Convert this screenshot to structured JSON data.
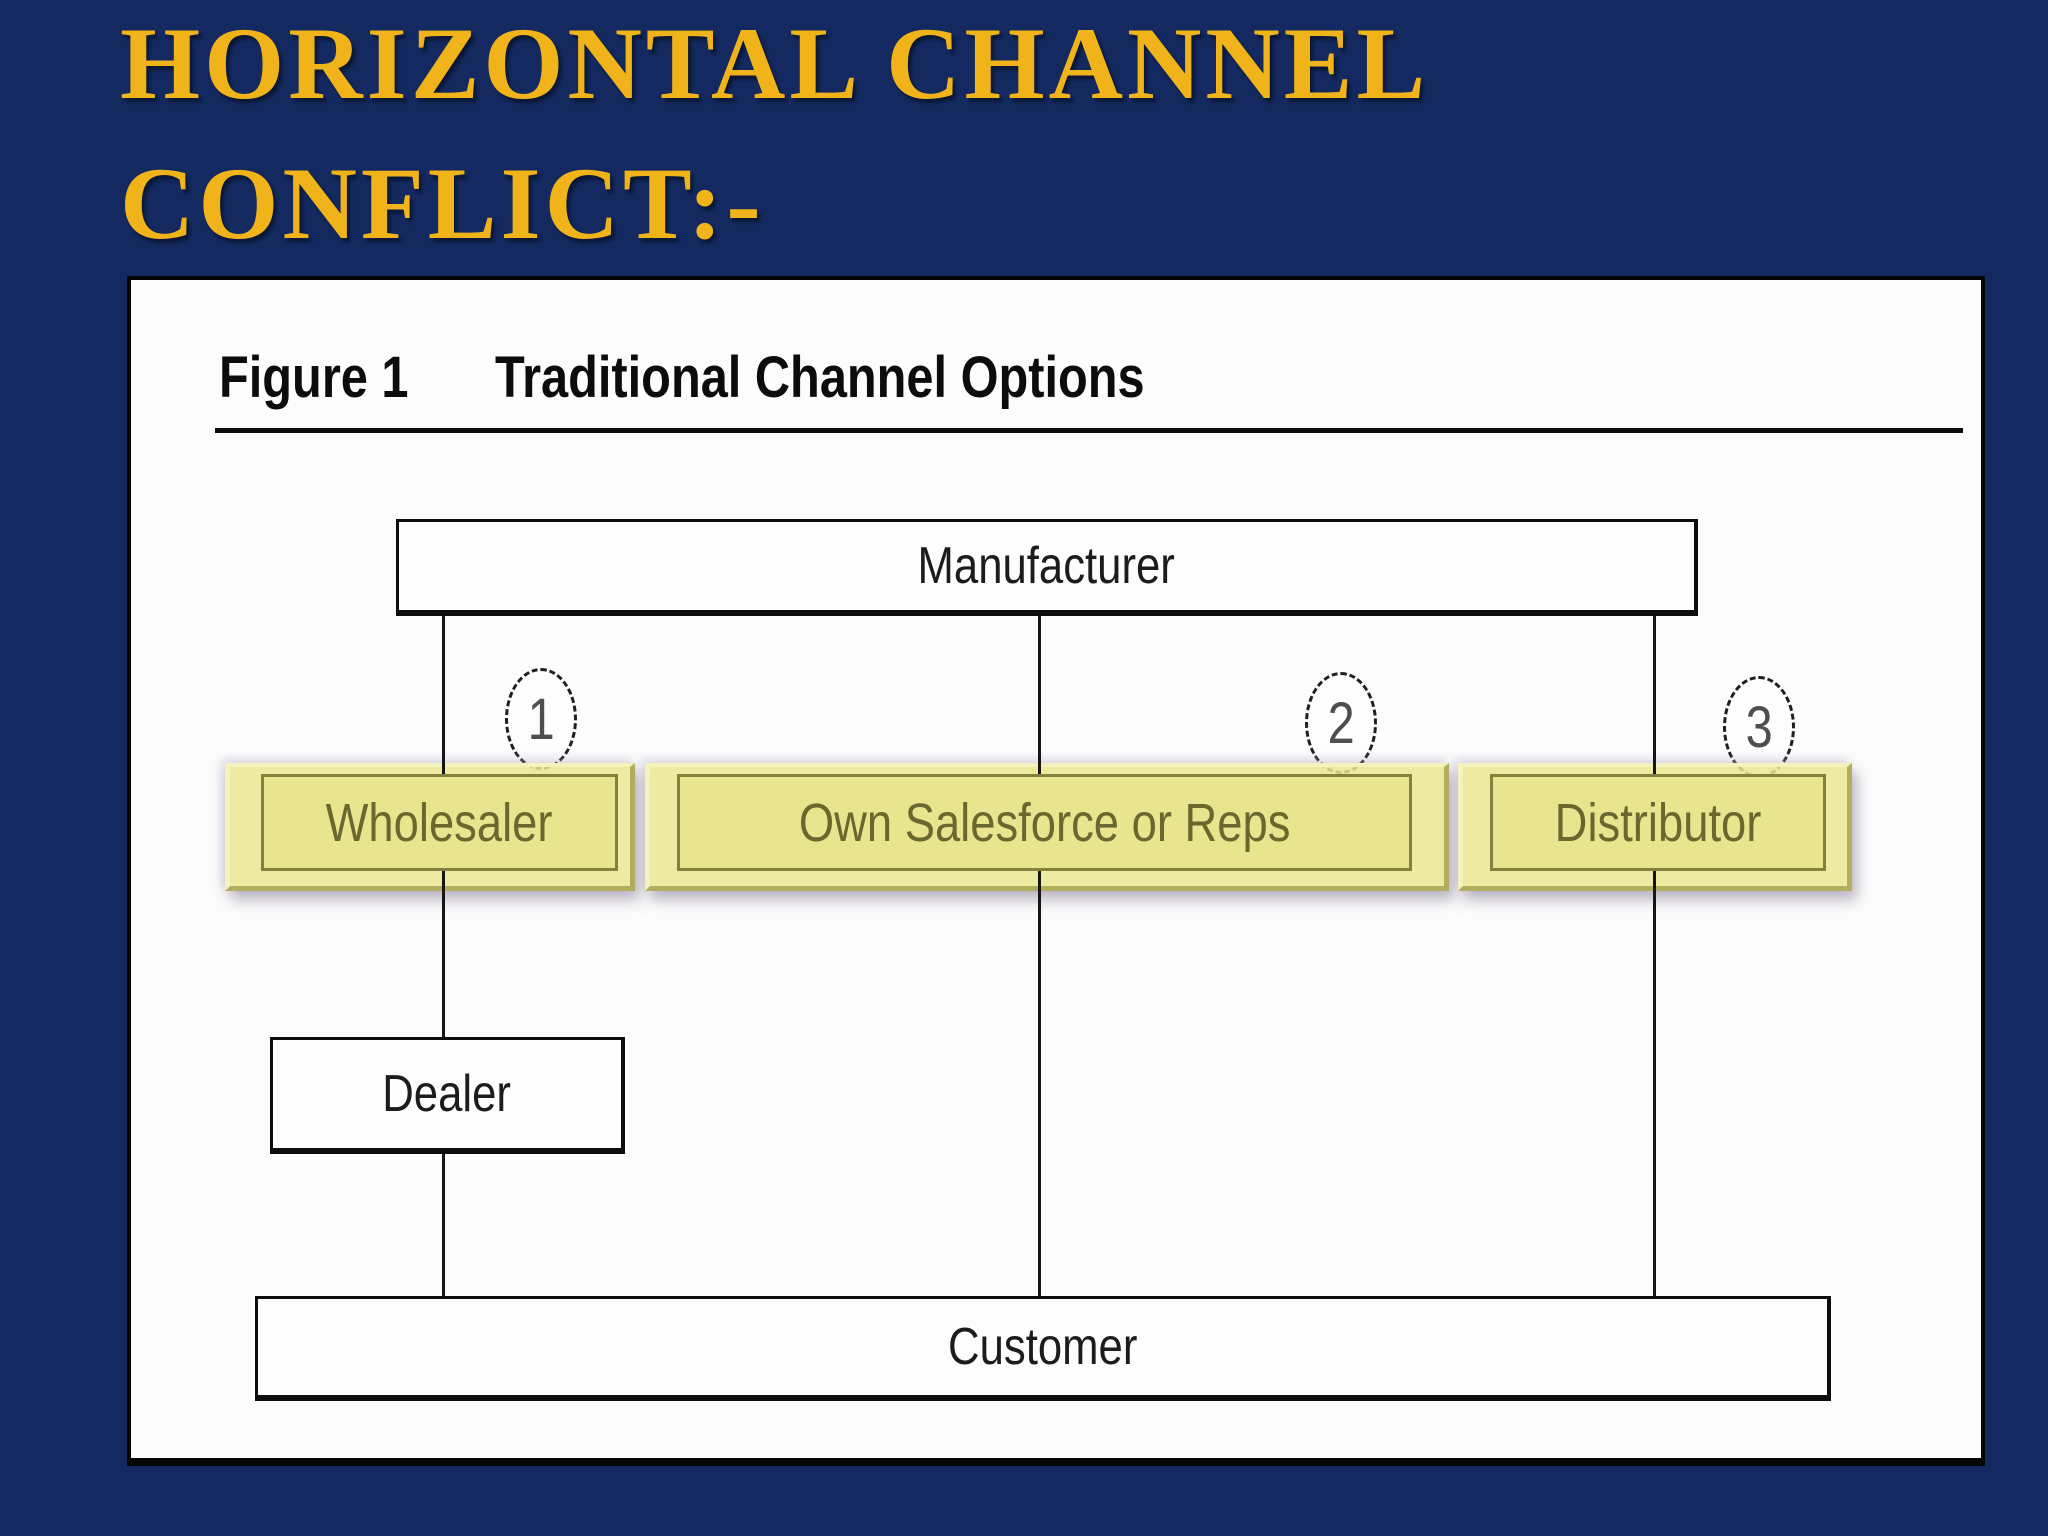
{
  "slide": {
    "title": {
      "line1": "HORIZONTAL CHANNEL",
      "line2": "CONFLICT:-"
    },
    "colors": {
      "background": "#13295F",
      "title_text": "#F0B41A",
      "panel": "#FCFCFC",
      "ink": "#141414",
      "highlight_fill": "#E9E58F",
      "highlight_border": "#85813C",
      "highlight_text": "#6B682F"
    }
  },
  "figure": {
    "heading": {
      "label": "Figure 1",
      "title": "Traditional Channel Options"
    },
    "manufacturer": "Manufacturer",
    "dealer": "Dealer",
    "customer": "Customer",
    "channels": [
      {
        "number": "1",
        "option": "Wholesaler"
      },
      {
        "number": "2",
        "option": "Own Salesforce or Reps"
      },
      {
        "number": "3",
        "option": "Distributor"
      }
    ]
  }
}
